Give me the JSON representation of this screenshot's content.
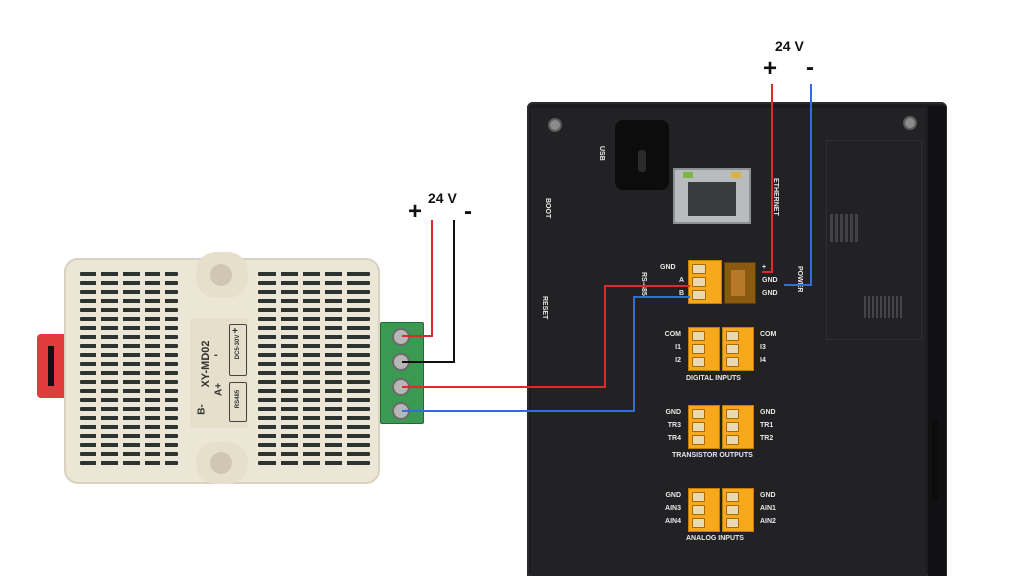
{
  "power_top": {
    "voltage": "24 V",
    "plus": "+",
    "minus": "-"
  },
  "power_left": {
    "voltage": "24 V",
    "plus": "+",
    "minus": "-"
  },
  "sensor": {
    "model": "XY-MD02",
    "supply": "DC5-30V",
    "pol_plus": "+",
    "pol_minus": "-",
    "bus_a": "A+",
    "bus_b": "B-",
    "bus_type": "RS485"
  },
  "controller": {
    "labels": {
      "usb": "USB",
      "boot": "BOOT",
      "reset": "RESET",
      "ethernet": "ETHERNET",
      "rs485": "RS-485",
      "power": "POWER"
    },
    "rs485_pins": [
      "GND",
      "A",
      "B"
    ],
    "power_pins": [
      "+",
      "GND",
      "GND"
    ],
    "digital_inputs": {
      "title": "DIGITAL INPUTS",
      "left": [
        "COM",
        "I1",
        "I2"
      ],
      "right": [
        "COM",
        "I3",
        "I4"
      ]
    },
    "transistor_outputs": {
      "title": "TRANSISTOR OUTPUTS",
      "left": [
        "GND",
        "TR3",
        "TR4"
      ],
      "right": [
        "GND",
        "TR1",
        "TR2"
      ]
    },
    "analog_inputs": {
      "title": "ANALOG INPUTS",
      "left": [
        "GND",
        "AIN3",
        "AIN4"
      ],
      "right": [
        "GND",
        "AIN1",
        "AIN2"
      ]
    }
  },
  "colors": {
    "positive_wire": "#e02a2a",
    "negative_wire": "#111111",
    "blue_wire": "#2f6fd6",
    "terminal": "#f7a81b",
    "controller_body": "#1d1d1f",
    "sensor_body": "#ece6d6"
  }
}
